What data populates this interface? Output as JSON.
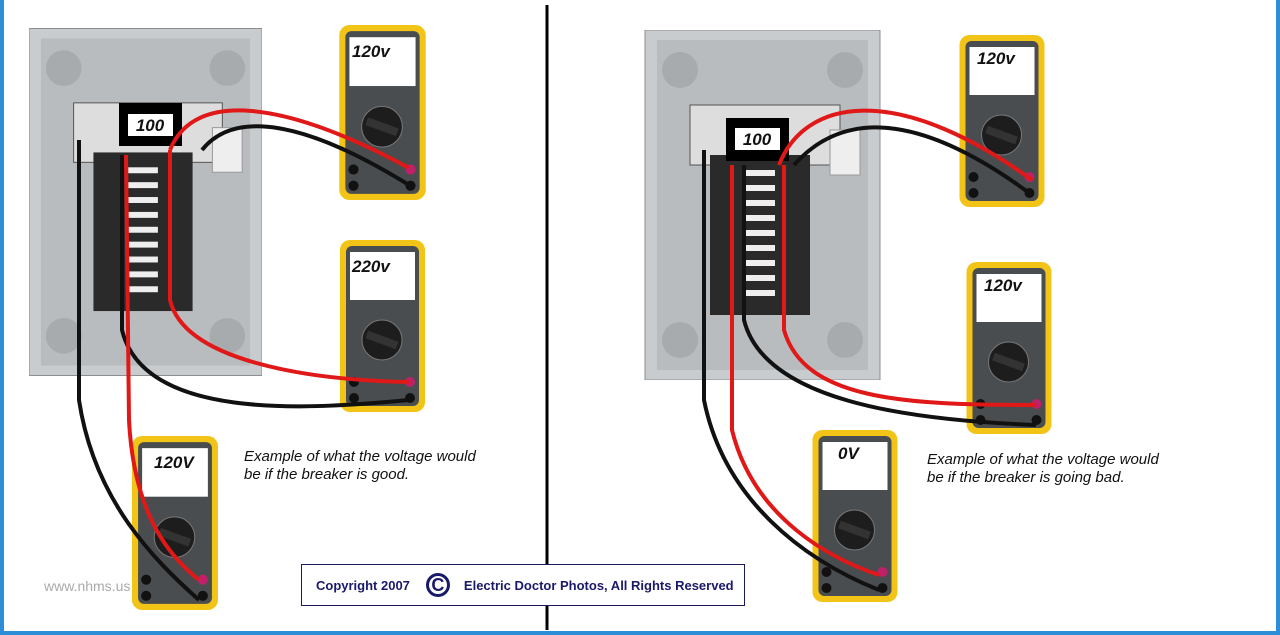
{
  "left_panel": {
    "breaker_label": "100",
    "meters": [
      {
        "reading": "120v"
      },
      {
        "reading": "220v"
      },
      {
        "reading": "120V"
      }
    ],
    "caption": "Example of what the voltage would be if the breaker is good."
  },
  "right_panel": {
    "breaker_label": "100",
    "meters": [
      {
        "reading": "120v"
      },
      {
        "reading": "120v"
      },
      {
        "reading": "0V"
      }
    ],
    "caption": "Example of what the voltage would be if the breaker is going bad."
  },
  "copyright": {
    "year_text": "Copyright 2007",
    "symbol": "C",
    "owner_text": "Electric Doctor Photos,  All Rights Reserved"
  },
  "watermark": "www.nhms.us",
  "colors": {
    "frame": "#2b8ed6",
    "wire_hot": "#e01818",
    "wire_neutral": "#111111",
    "meter": "#f2c418"
  }
}
